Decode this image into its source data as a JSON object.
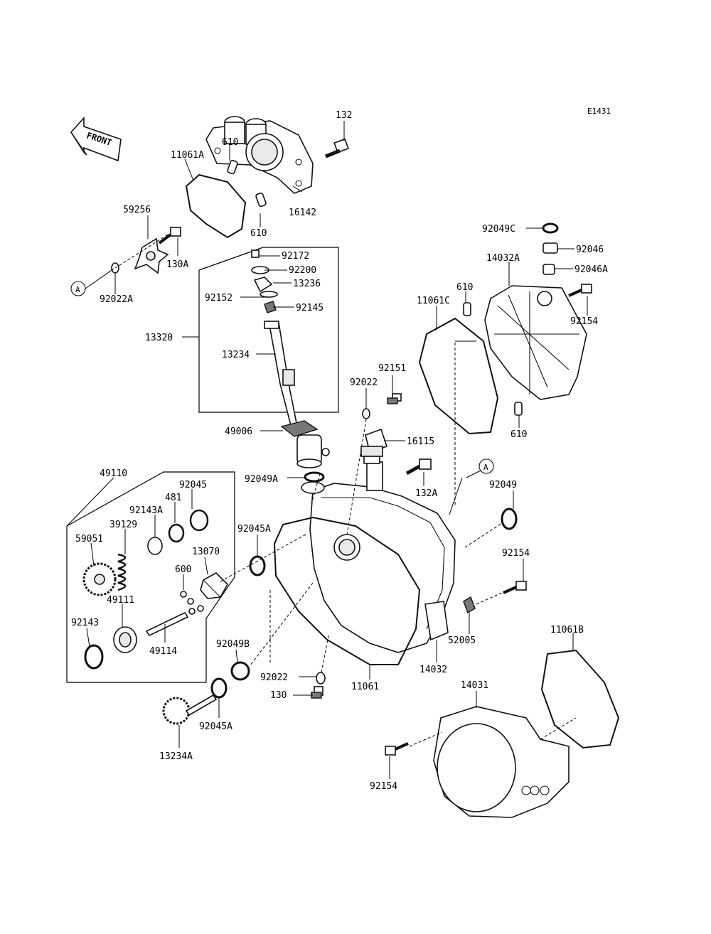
{
  "diagram": {
    "drawing_code": "E1431",
    "front_label": "FRONT",
    "ref_marker": "A",
    "parts": [
      {
        "id": "p-132",
        "label": "132"
      },
      {
        "id": "p-610-a",
        "label": "610"
      },
      {
        "id": "p-11061A",
        "label": "11061A"
      },
      {
        "id": "p-16142",
        "label": "16142"
      },
      {
        "id": "p-610-b",
        "label": "610"
      },
      {
        "id": "p-59256",
        "label": "59256"
      },
      {
        "id": "p-130A",
        "label": "130A"
      },
      {
        "id": "p-92022A",
        "label": "92022A"
      },
      {
        "id": "p-92172",
        "label": "92172"
      },
      {
        "id": "p-92200",
        "label": "92200"
      },
      {
        "id": "p-13236",
        "label": "13236"
      },
      {
        "id": "p-92152",
        "label": "92152"
      },
      {
        "id": "p-92145",
        "label": "92145"
      },
      {
        "id": "p-13320",
        "label": "13320"
      },
      {
        "id": "p-13234",
        "label": "13234"
      },
      {
        "id": "p-49006",
        "label": "49006"
      },
      {
        "id": "p-92049A",
        "label": "92049A"
      },
      {
        "id": "p-92022-a",
        "label": "92022"
      },
      {
        "id": "p-92151",
        "label": "92151"
      },
      {
        "id": "p-16115",
        "label": "16115"
      },
      {
        "id": "p-132A",
        "label": "132A"
      },
      {
        "id": "p-92049C",
        "label": "92049C"
      },
      {
        "id": "p-92046",
        "label": "92046"
      },
      {
        "id": "p-14032A",
        "label": "14032A"
      },
      {
        "id": "p-92046A",
        "label": "92046A"
      },
      {
        "id": "p-610-c",
        "label": "610"
      },
      {
        "id": "p-11061C",
        "label": "11061C"
      },
      {
        "id": "p-92154-a",
        "label": "92154"
      },
      {
        "id": "p-610-d",
        "label": "610"
      },
      {
        "id": "p-92049",
        "label": "92049"
      },
      {
        "id": "p-92154-b",
        "label": "92154"
      },
      {
        "id": "p-52005",
        "label": "52005"
      },
      {
        "id": "p-14032",
        "label": "14032"
      },
      {
        "id": "p-49110",
        "label": "49110"
      },
      {
        "id": "p-92045",
        "label": "92045"
      },
      {
        "id": "p-481",
        "label": "481"
      },
      {
        "id": "p-92143A",
        "label": "92143A"
      },
      {
        "id": "p-39129",
        "label": "39129"
      },
      {
        "id": "p-59051",
        "label": "59051"
      },
      {
        "id": "p-13070",
        "label": "13070"
      },
      {
        "id": "p-600",
        "label": "600"
      },
      {
        "id": "p-49111",
        "label": "49111"
      },
      {
        "id": "p-92143",
        "label": "92143"
      },
      {
        "id": "p-49114",
        "label": "49114"
      },
      {
        "id": "p-92045A-a",
        "label": "92045A"
      },
      {
        "id": "p-92049B",
        "label": "92049B"
      },
      {
        "id": "p-92022-b",
        "label": "92022"
      },
      {
        "id": "p-130",
        "label": "130"
      },
      {
        "id": "p-11061",
        "label": "11061"
      },
      {
        "id": "p-92045A-b",
        "label": "92045A"
      },
      {
        "id": "p-13234A",
        "label": "13234A"
      },
      {
        "id": "p-11061B",
        "label": "11061B"
      },
      {
        "id": "p-14031",
        "label": "14031"
      },
      {
        "id": "p-92154-c",
        "label": "92154"
      }
    ]
  }
}
